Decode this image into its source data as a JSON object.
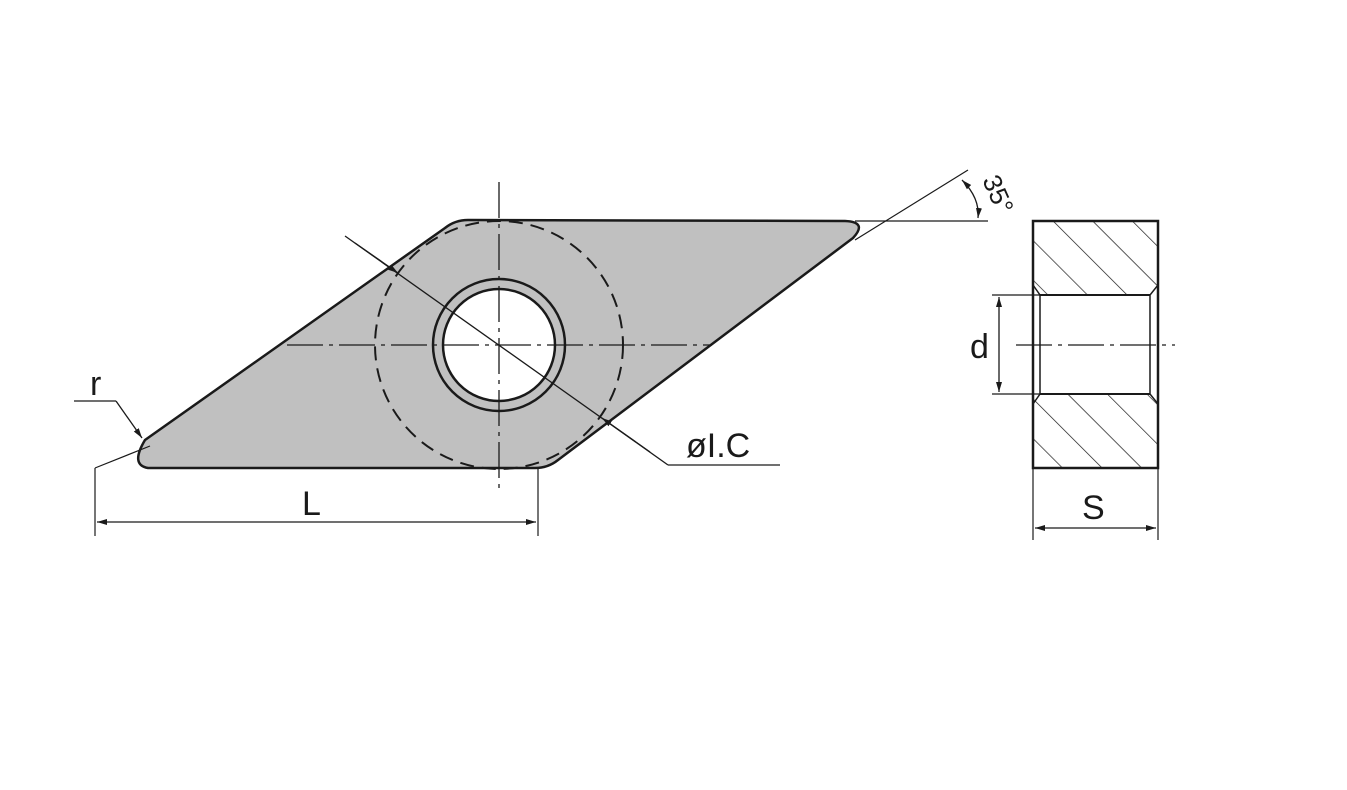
{
  "diagram": {
    "labels": {
      "radius": "r",
      "length": "L",
      "inscribed_circle": "øI.C",
      "angle": "35°",
      "hole_diameter": "d",
      "thickness": "S"
    },
    "colors": {
      "insert_fill": "#c0c0c0",
      "outline": "#1a1a1a",
      "hole_fill": "#ffffff",
      "background": "#ffffff"
    }
  }
}
